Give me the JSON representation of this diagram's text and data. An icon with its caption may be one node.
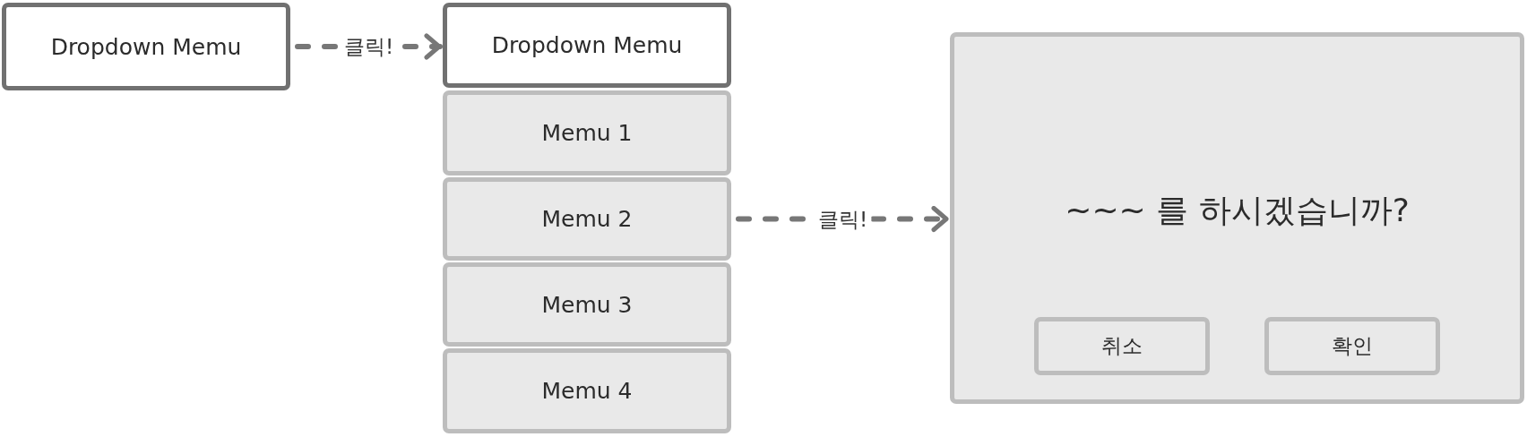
{
  "diagram": {
    "nodes": [
      {
        "text": [
          "Dropdown Memu"
        ]
      },
      {
        "text": [
          "Dropdown Memu"
        ]
      },
      {
        "text": [
          "Memu 1"
        ]
      },
      {
        "text": [
          "Memu 2"
        ]
      },
      {
        "text": [
          "Memu 3"
        ]
      },
      {
        "text": [
          "Memu 4"
        ]
      },
      {
        "text": [
          "~~~ 를 하시겠습니까?"
        ]
      },
      {
        "text": [
          "취소"
        ],
        "in": 6
      },
      {
        "text": [
          "확인"
        ],
        "in": 6
      }
    ],
    "edges": [
      {
        "from": 0,
        "to": 1,
        "arrow": "to",
        "label": "클릭!",
        "style": "dashed"
      },
      {
        "from": 3,
        "to": 6,
        "arrow": "to",
        "label": "클릭!",
        "style": "dashed"
      }
    ]
  }
}
